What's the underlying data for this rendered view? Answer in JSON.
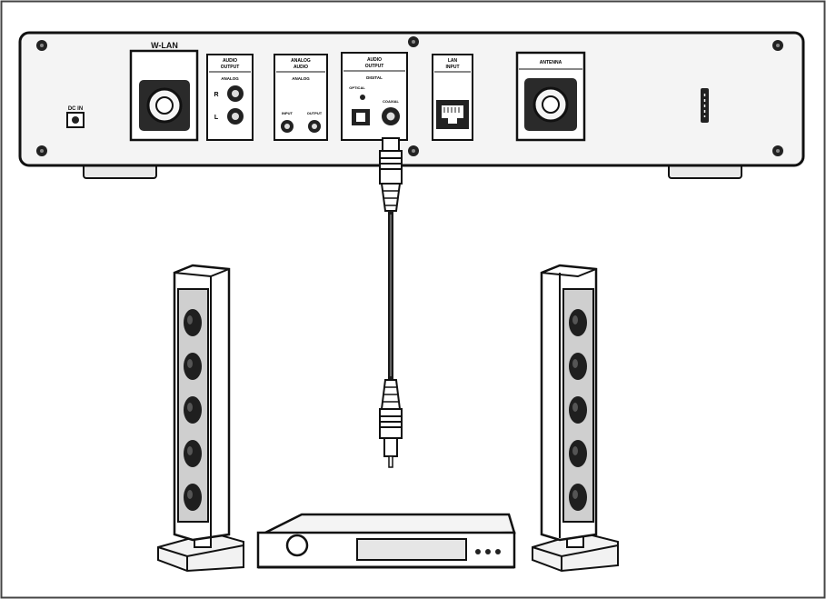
{
  "colors": {
    "frame": "#444444",
    "panel_fill": "#f4f4f4",
    "line": "#1a1a1a",
    "speaker_face": "#cfcfcf",
    "driver": "#1f1f1f",
    "display": "#e6e6e6"
  },
  "panel": {
    "dc_label": "DC IN",
    "wlan_label": "W-LAN",
    "audio_output": {
      "title_line1": "AUDIO",
      "title_line2": "OUTPUT",
      "sub": "ANALOG",
      "r": "R",
      "l": "L"
    },
    "analog_audio": {
      "title_line1": "ANALOG",
      "title_line2": "AUDIO",
      "sub": "ANALOG",
      "input": "INPUT",
      "output": "OUTPUT"
    },
    "digital_audio": {
      "title_line1": "AUDIO",
      "title_line2": "OUTPUT",
      "sub": "DIGITAL",
      "optical": "OPTICAL",
      "coaxial": "COAXIAL"
    },
    "lan": {
      "title_line1": "LAN",
      "title_line2": "INPUT"
    },
    "antenna_label": "ANTENNA"
  },
  "icons": {
    "screw": "screw-icon",
    "dc_jack": "dc-jack-icon",
    "rca_jack": "rca-jack-icon",
    "optical_port": "optical-port-icon",
    "ethernet_port": "ethernet-port-icon",
    "antenna_connector": "antenna-connector-icon",
    "speaker_driver": "speaker-driver-icon",
    "rca_plug": "rca-plug-icon"
  }
}
